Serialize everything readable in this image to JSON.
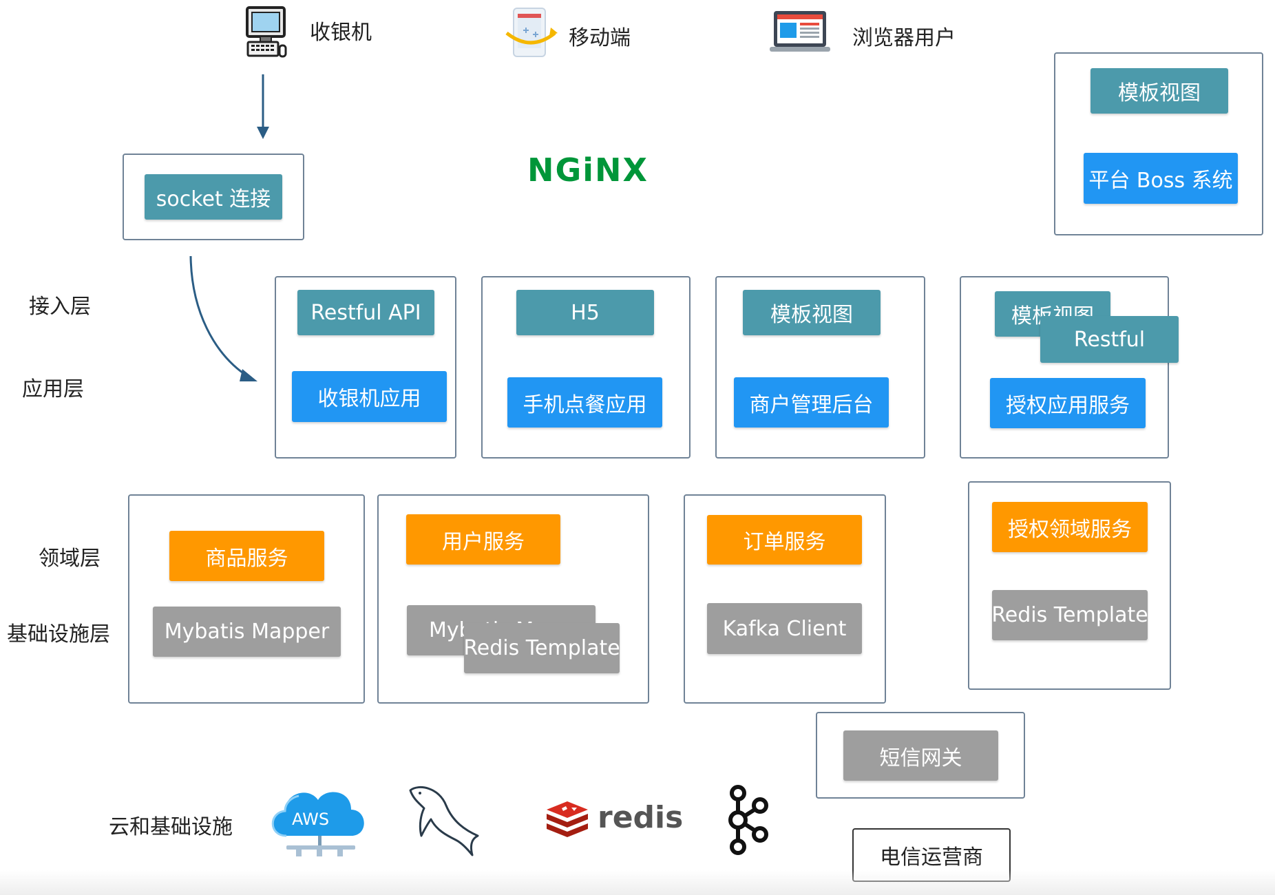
{
  "clients": {
    "cashier": "收银机",
    "mobile": "移动端",
    "browser": "浏览器用户"
  },
  "nginx": "NGiNX",
  "socket": "socket 连接",
  "boss": {
    "template_view": "模板视图",
    "system": "平台 Boss 系统"
  },
  "layers": {
    "access": "接入层",
    "application": "应用层",
    "domain": "领域层",
    "infrastructure": "基础设施层",
    "cloud": "云和基础设施"
  },
  "apps": [
    {
      "access": "Restful API",
      "app": "收银机应用"
    },
    {
      "access": "H5",
      "app": "手机点餐应用"
    },
    {
      "access": "模板视图",
      "app": "商户管理后台"
    },
    {
      "access_back": "模板视图",
      "access": "Restful",
      "app": "授权应用服务"
    }
  ],
  "domains": [
    {
      "service": "商品服务",
      "infra": "Mybatis Mapper"
    },
    {
      "service": "用户服务",
      "infra_back": "Mybatis Mapper",
      "infra": "Redis Template"
    },
    {
      "service": "订单服务",
      "infra": "Kafka Client"
    },
    {
      "service": "授权领域服务",
      "infra": "Redis Template"
    }
  ],
  "sms_gateway": "短信网关",
  "telecom": "电信运营商",
  "cloud": {
    "aws": "AWS",
    "redis": "redis"
  },
  "icons": [
    "computer-icon",
    "mobile-icon",
    "browser-icon",
    "aws-cloud-icon",
    "mysql-dolphin-icon",
    "redis-icon",
    "kafka-icon"
  ],
  "colors": {
    "teal": "#4c9aab",
    "blue": "#2196f3",
    "orange": "#ff9800",
    "gray": "#9e9e9e",
    "nginx_green": "#009639",
    "arrow": "#2b5d85"
  }
}
